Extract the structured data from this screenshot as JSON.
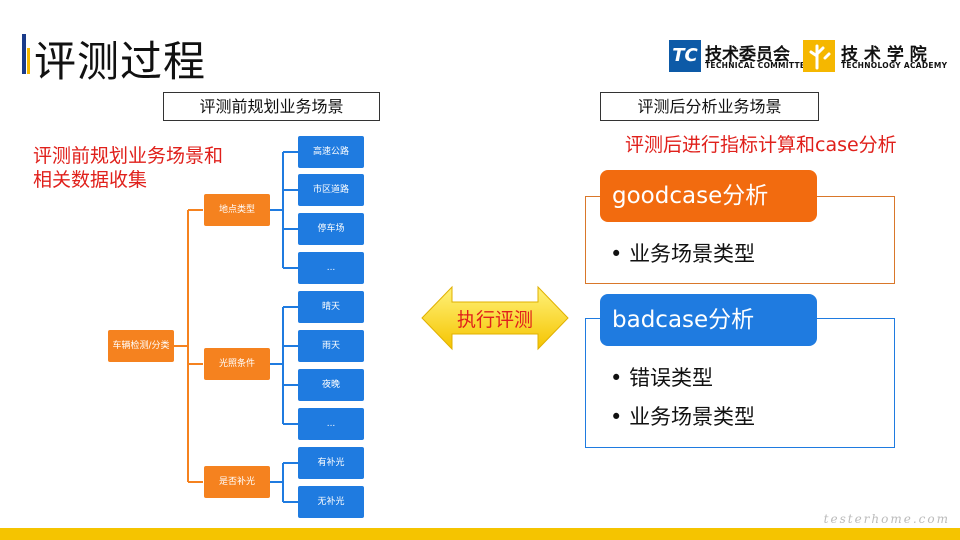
{
  "title": "评测过程",
  "logos": {
    "tc_mark": "TC",
    "tc_name": "技术委员会",
    "tc_sub": "TECHNICAL COMMITTEE",
    "ta_name": "技 术 学 院",
    "ta_sub": "TECHNOLOGY ACADEMY"
  },
  "left": {
    "header": "评测前规划业务场景",
    "note_line1": "评测前规划业务场景和",
    "note_line2": "相关数据收集",
    "root": "车辆检测/分类",
    "groups": [
      {
        "label": "地点类型",
        "children": [
          "高速公路",
          "市区道路",
          "停车场",
          "..."
        ]
      },
      {
        "label": "光照条件",
        "children": [
          "晴天",
          "雨天",
          "夜晚",
          "..."
        ]
      },
      {
        "label": "是否补光",
        "children": [
          "有补光",
          "无补光"
        ]
      }
    ]
  },
  "middle": {
    "arrow_label": "执行评测"
  },
  "right": {
    "header": "评测后分析业务场景",
    "note": "评测后进行指标计算和case分析",
    "good": {
      "title": "goodcase分析",
      "items": [
        "业务场景类型"
      ]
    },
    "bad": {
      "title": "badcase分析",
      "items": [
        "错误类型",
        "业务场景类型"
      ]
    }
  },
  "colors": {
    "orange": "#f5821f",
    "blue": "#1f7be0",
    "red": "#e0201b",
    "yellow": "#f5c400"
  },
  "watermark": "testerhome.com"
}
